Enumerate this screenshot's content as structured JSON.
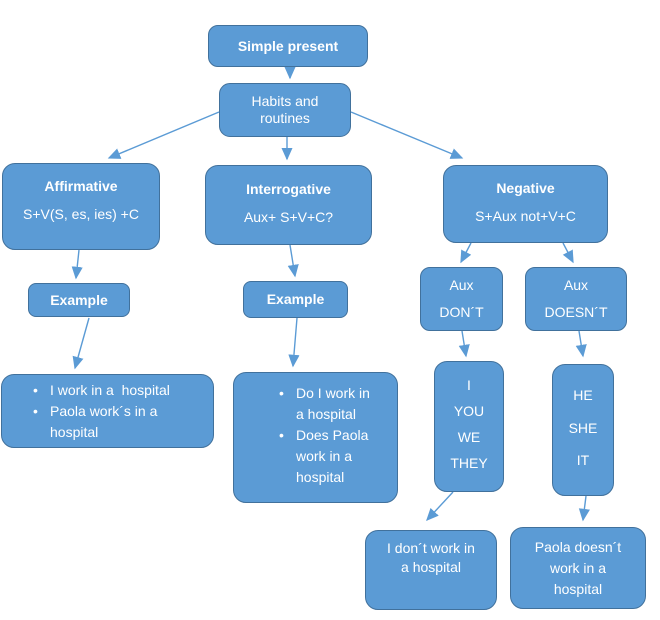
{
  "title": "Simple present concept map",
  "colors": {
    "node_fill": "#5b9bd5",
    "node_border": "#41719c",
    "arrow": "#5b9bd5",
    "text": "#ffffff",
    "background": "#ffffff"
  },
  "nodes": {
    "root": {
      "label": "Simple present"
    },
    "topic": {
      "label": "Habits and routines"
    },
    "affirmative": {
      "title": "Affirmative",
      "formula": "S+V(S, es, ies) +C",
      "example_label": "Example",
      "examples": [
        "I work in a  hospital",
        "Paola work´s in a hospital"
      ]
    },
    "interrogative": {
      "title": "Interrogative",
      "formula": "Aux+ S+V+C?",
      "example_label": "Example",
      "examples": [
        "Do I work in a hospital",
        "Does Paola work in a hospital"
      ]
    },
    "negative": {
      "title": "Negative",
      "formula": "S+Aux not+V+C",
      "dont": {
        "aux_label": "Aux",
        "aux_value": "DON´T",
        "pronouns": [
          "I",
          "YOU",
          "WE",
          "THEY"
        ],
        "example": "I don´t work in a hospital"
      },
      "doesnt": {
        "aux_label": "Aux",
        "aux_value": "DOESN´T",
        "pronouns": [
          "HE",
          "SHE",
          "IT"
        ],
        "example": "Paola doesn´t work in a hospital"
      }
    }
  }
}
